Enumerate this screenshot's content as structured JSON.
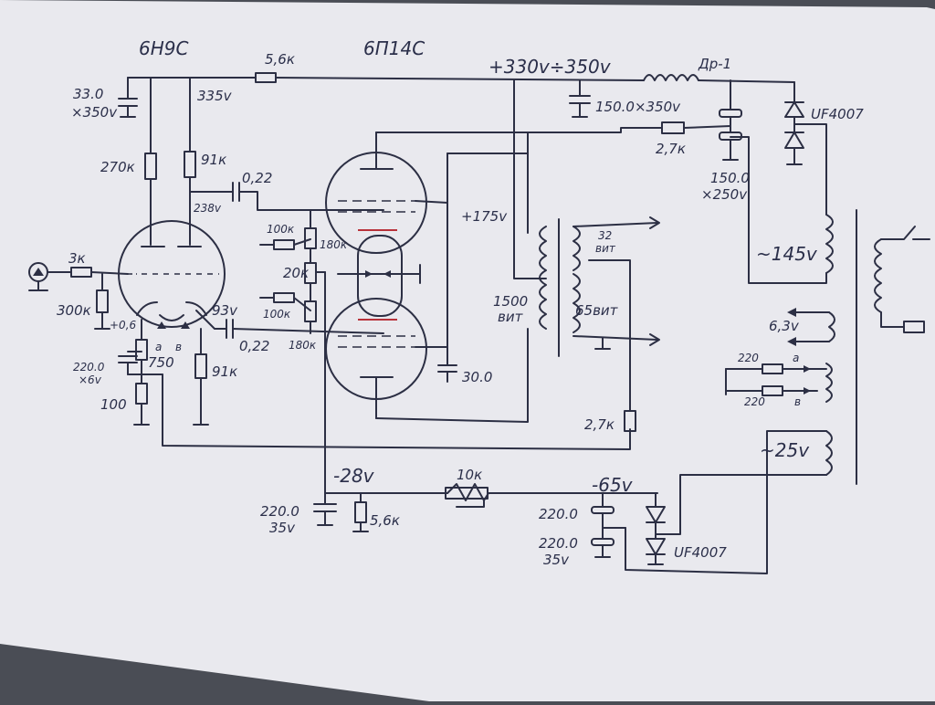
{
  "tubes": {
    "driver": "6Н9С",
    "output": "6П14С"
  },
  "supply": {
    "b_plus": "+330v÷350v",
    "choke": "Др-1",
    "diode_top": "UF4007",
    "diode_bottom": "UF4007",
    "bias_voltage": "-28v",
    "neg_supply": "-65v"
  },
  "labels": {
    "r_56k_top": "5,6к",
    "c_330": "33.0",
    "c_330_v": "×350v",
    "v335": "335v",
    "r270k": "270к",
    "r91k_top": "91к",
    "c022_top": "0,22",
    "v238": "238v",
    "r100k_a": "100к",
    "r180k_a": "180к",
    "r20k": "20к",
    "r100k_b": "100к",
    "r180k_b": "180к",
    "v175": "+175v",
    "c150_a": "150.0×350v",
    "r27k_top": "2,7к",
    "c150_b": "150.0",
    "c150_b_v": "×250v",
    "r3k": "3к",
    "r300k": "300к",
    "v06": "+0,6",
    "v93": "93v",
    "c022_bot": "0,22",
    "r91k_bot": "91к",
    "c220_6": "220.0",
    "c220_6_v": "×6v",
    "r750": "750",
    "r100": "100",
    "a": "a",
    "b": "в",
    "c30": "30.0",
    "turns_1500": "1500",
    "turns_1500_u": "вит",
    "turns_32": "32",
    "turns_32_u": "вит",
    "turns_65": "65вит",
    "r27k_mid": "2,7к",
    "ac145": "~145v",
    "ac63": "6,3v",
    "h_220a": "220",
    "h_a": "a",
    "h_220b": "220",
    "h_b": "в",
    "ac25": "~25v",
    "c220_35a": "220.0",
    "c220_35a_v": "35v",
    "r56k_bias": "5,6к",
    "r10k": "10к",
    "c220_b1": "220.0",
    "c220_b2": "220.0",
    "c220_b2_v": "35v"
  },
  "colors": {
    "paper": "#e9e9ee",
    "ink": "#2c2f44",
    "red": "#b8323a"
  }
}
